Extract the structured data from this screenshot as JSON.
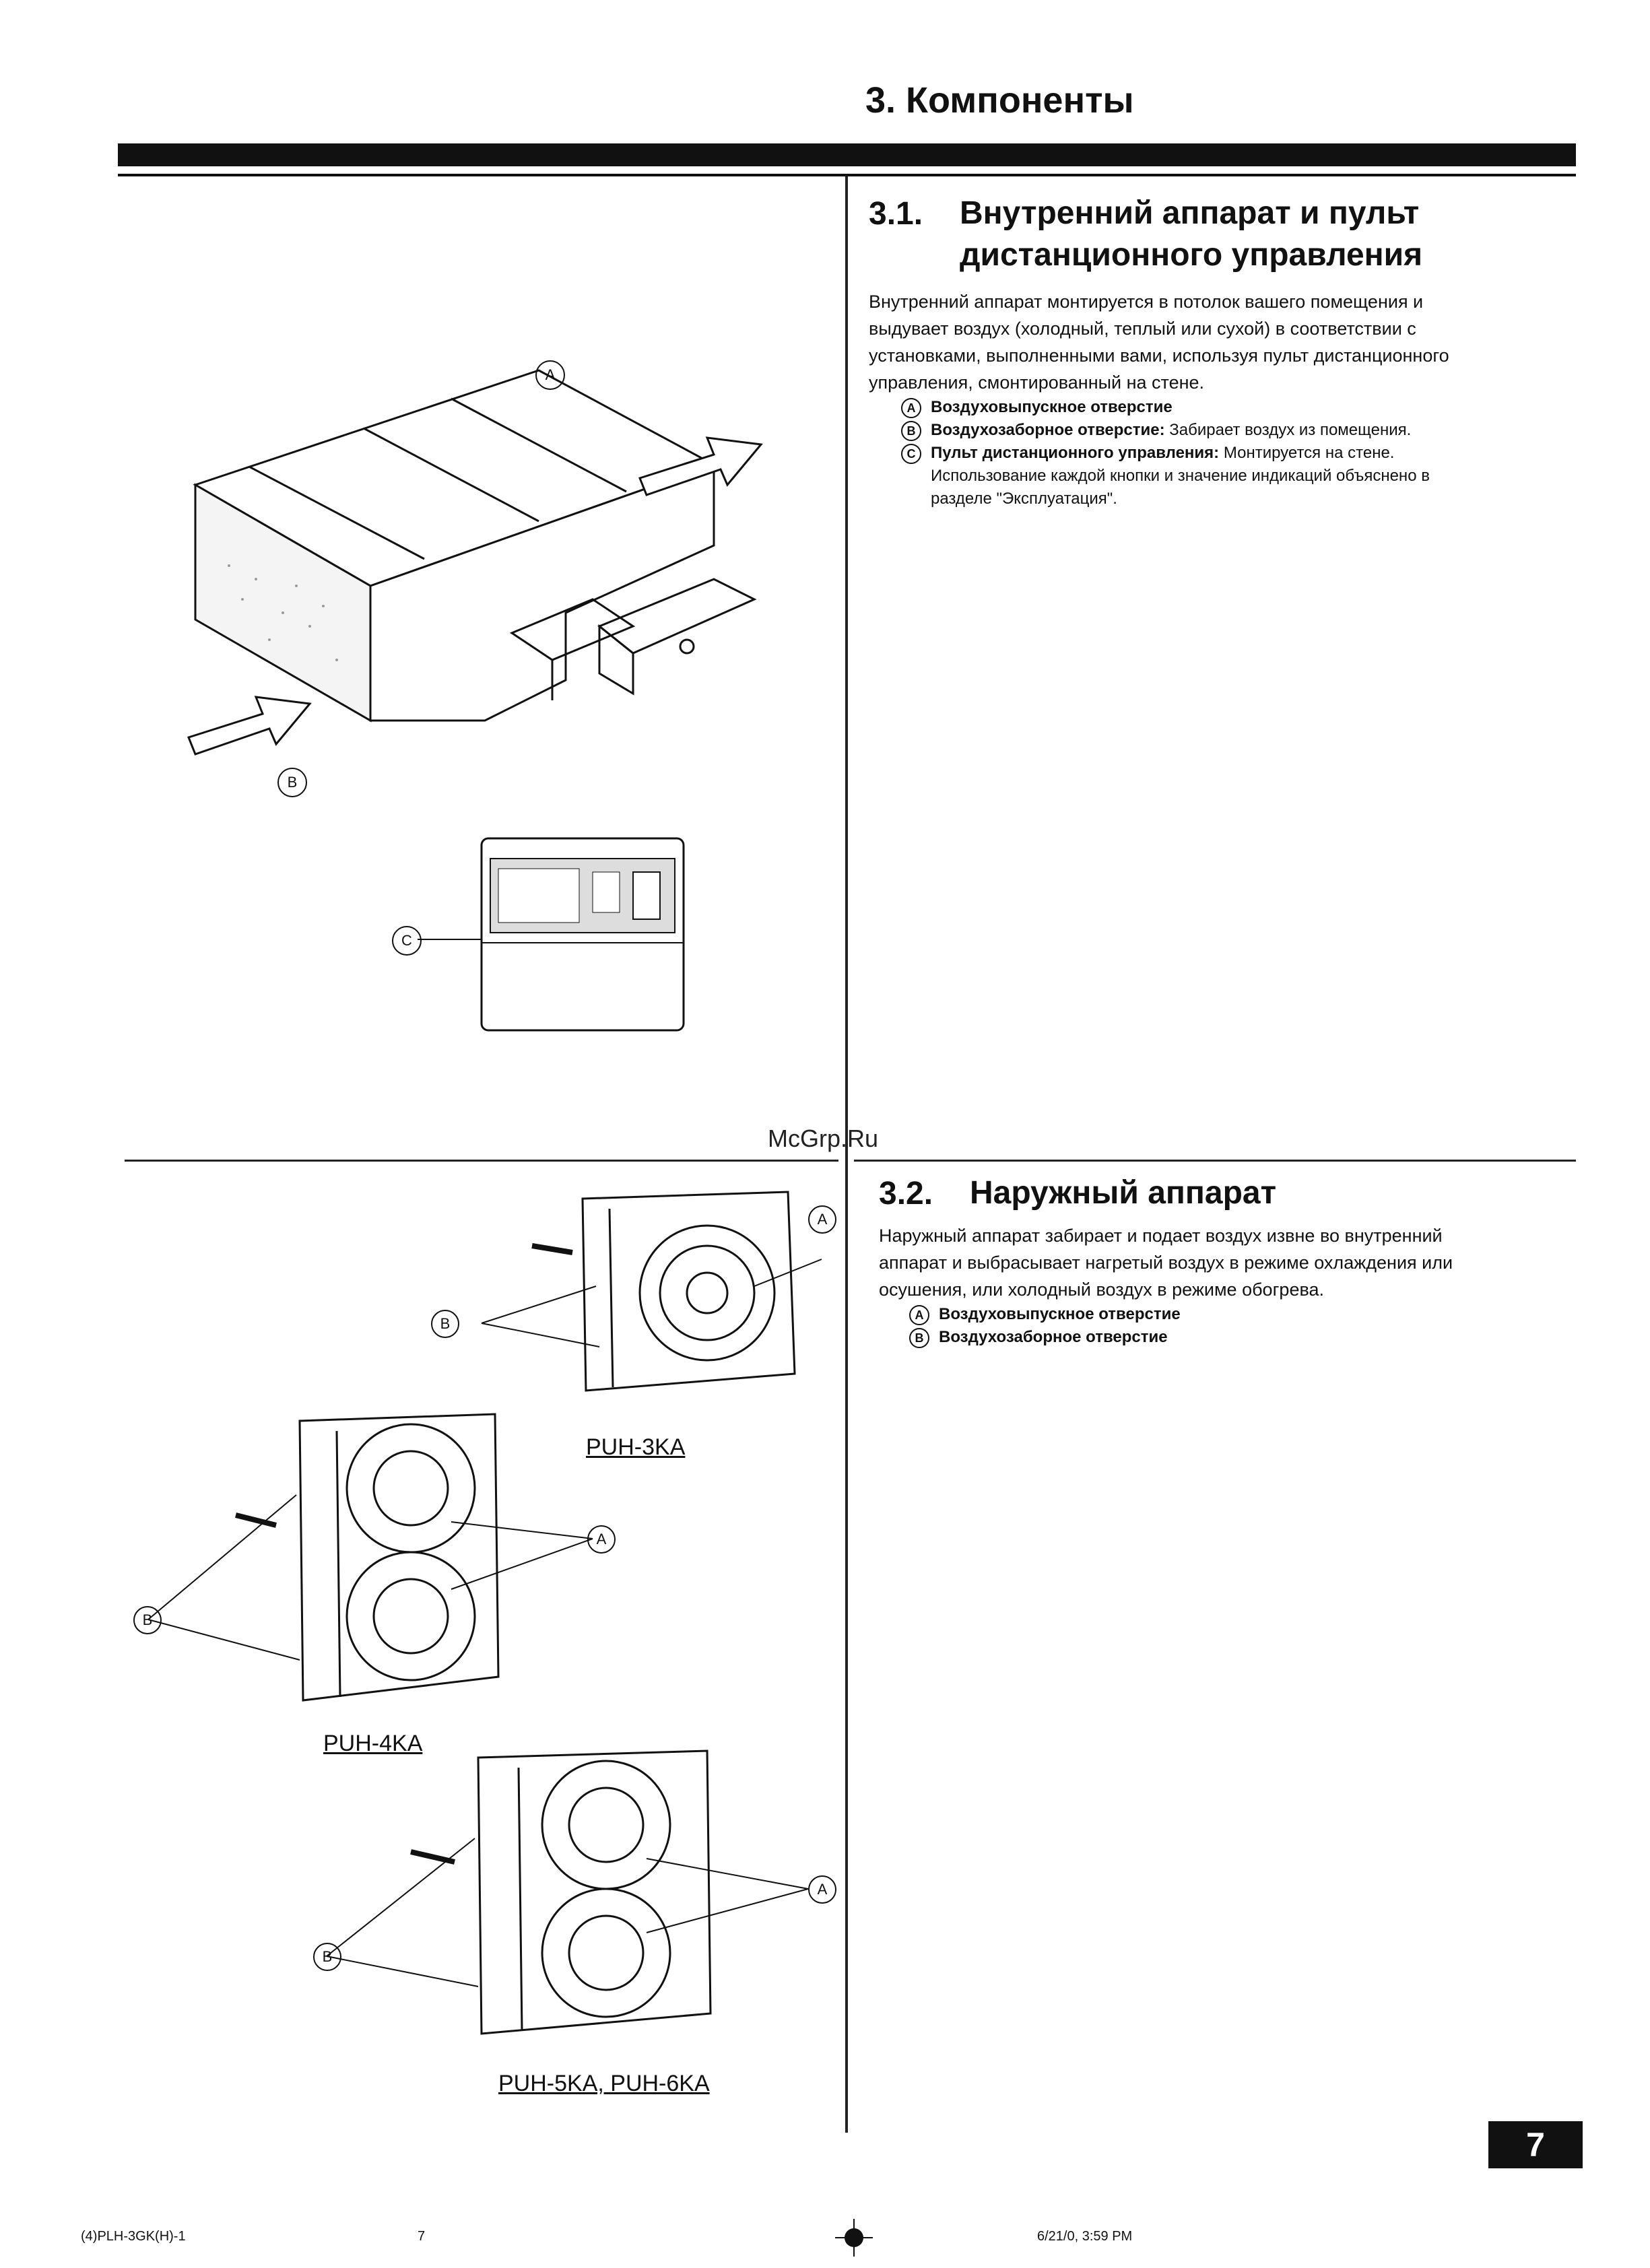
{
  "page_title": "3. Компоненты",
  "section1": {
    "number": "3.1.",
    "title_line1": "Внутренний аппарат и пульт",
    "title_line2": "дистанционного управления",
    "paragraph": [
      "Внутренний аппарат монтируется в потолок вашего помещения и",
      "выдувает воздух (холодный, теплый или сухой) в соответствии с",
      "установками, выполненными вами, используя пульт дистанционного",
      "управления, смонтированный на стене."
    ],
    "legend": [
      {
        "mark": "A",
        "bold": "Воздуховыпускное отверстие",
        "text": ""
      },
      {
        "mark": "B",
        "bold": "Воздухозаборное отверстие:",
        "text": " Забирает воздух из помещения."
      },
      {
        "mark": "C",
        "bold": "Пульт дистанционного управления:",
        "text": " Монтируется на стене."
      }
    ],
    "legend_c_cont": [
      "Использование каждой кнопки и значение индикаций объяснено в",
      "разделе \"Эксплуатация\"."
    ]
  },
  "section2": {
    "number": "3.2.",
    "title": "Наружный аппарат",
    "paragraph": [
      "Наружный аппарат забирает и подает воздух извне во внутренний",
      "аппарат и выбрасывает нагретый воздух в режиме охлаждения или",
      "осушения, или холодный воздух в режиме обогрева."
    ],
    "legend": [
      {
        "mark": "A",
        "bold": "Воздуховыпускное отверстие"
      },
      {
        "mark": "B",
        "bold": "Воздухозаборное отверстие"
      }
    ]
  },
  "figure_labels": {
    "a": "A",
    "b": "B",
    "c": "C"
  },
  "models": {
    "puh3": "PUH-3KA",
    "puh4": "PUH-4KA",
    "puh56": "PUH-5KA, PUH-6KA"
  },
  "watermark": "McGrp.Ru",
  "page_number": "7",
  "footer": {
    "left": "(4)PLH-3GK(H)-1",
    "center": "7",
    "right": "6/21/0, 3:59 PM"
  }
}
